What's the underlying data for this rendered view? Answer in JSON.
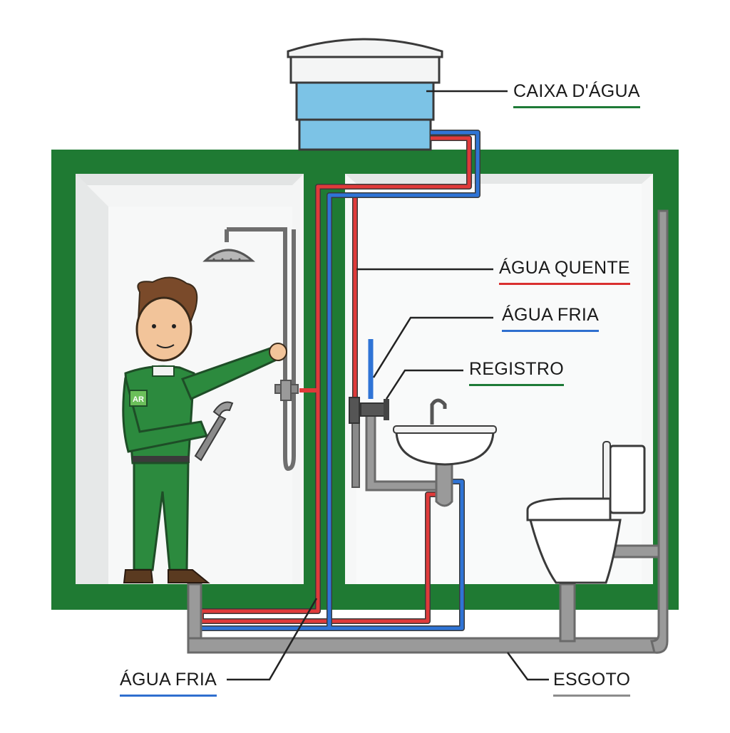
{
  "labels": {
    "caixa": "CAIXA D'ÁGUA",
    "quente": "ÁGUA QUENTE",
    "fria_right": "ÁGUA FRIA",
    "registro": "REGISTRO",
    "fria_bottom": "ÁGUA FRIA",
    "esgoto": "ESGOTO",
    "badge": "AR"
  },
  "colors": {
    "wall_green": "#1f7a33",
    "hot_pipe": "#e03a3a",
    "cold_pipe": "#2f74d6",
    "drain_pipe": "#9a9a9a",
    "water": "#7cc3e6"
  },
  "icons": {
    "tank": "water-tank-icon",
    "shower": "shower-icon",
    "sink": "sink-icon",
    "toilet": "toilet-icon",
    "plumber": "plumber-figure",
    "wrench": "wrench-icon",
    "valve": "valve-icon"
  }
}
